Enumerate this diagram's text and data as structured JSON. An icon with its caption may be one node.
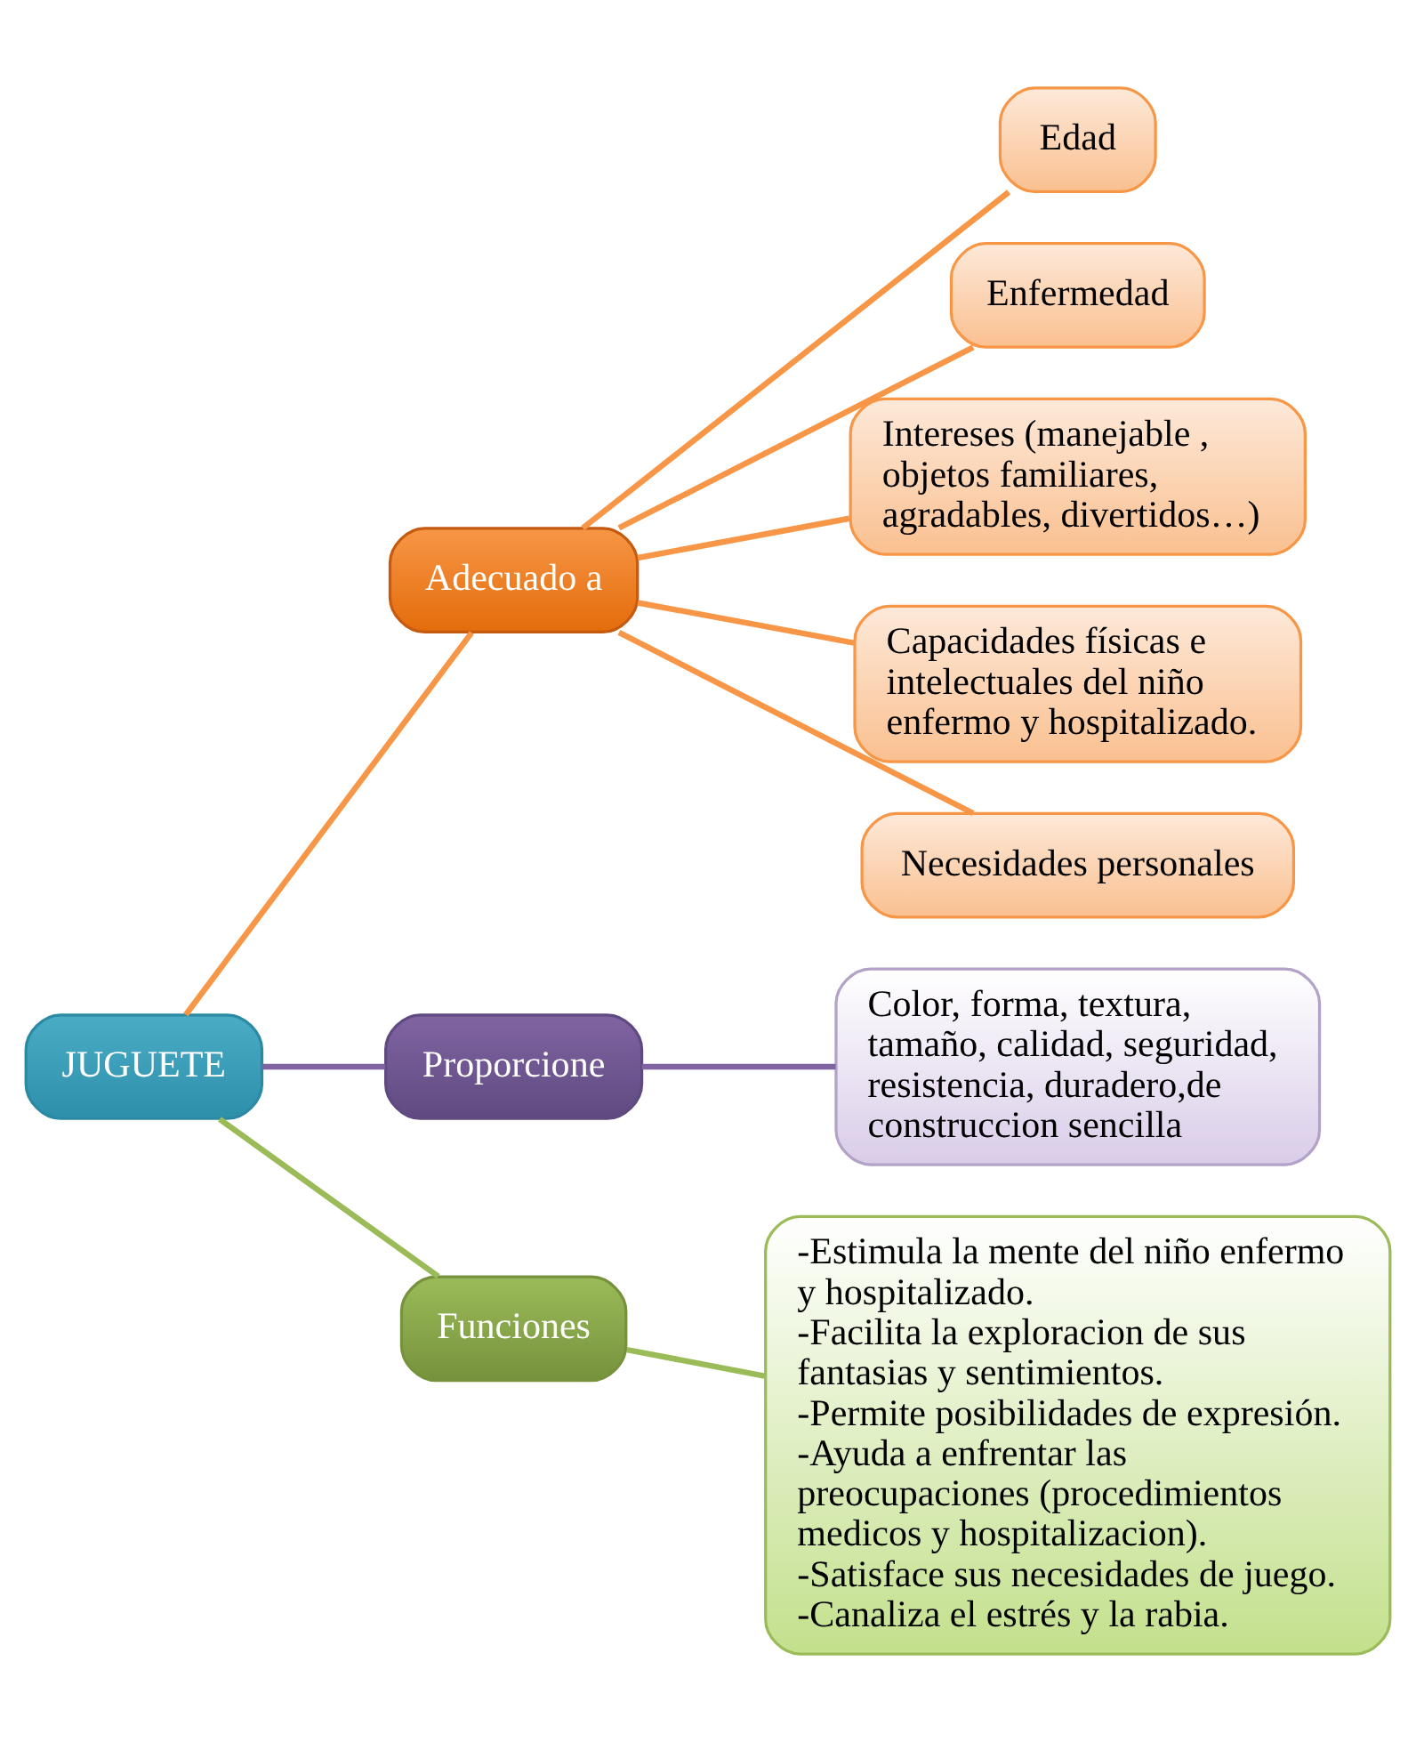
{
  "diagram": {
    "nodes": [
      {
        "text": [
          "JUGUETE"
        ]
      },
      {
        "text": [
          "Adecuado a"
        ]
      },
      {
        "text": [
          "Edad"
        ]
      },
      {
        "text": [
          "Enfermedad"
        ]
      },
      {
        "text": [
          "Intereses (manejable , objetos familiares, agradables, divertidos…)"
        ]
      },
      {
        "text": [
          "Capacidades físicas e intelectuales del niño enfermo y hospitalizado."
        ]
      },
      {
        "text": [
          "Necesidades personales"
        ]
      },
      {
        "text": [
          "Proporcione"
        ]
      },
      {
        "text": [
          "Color, forma, textura, tamaño, calidad, seguridad, resistencia, duradero,de construccion sencilla"
        ]
      },
      {
        "text": [
          "Funciones"
        ]
      },
      {
        "text": [
          "-Estimula la mente del niño enfermo y hospitalizado.",
          "-Facilita la exploracion de sus fantasias y sentimientos.",
          "-Permite posibilidades de expresión.",
          "-Ayuda a enfrentar las preocupaciones (procedimientos medicos y hospitalizacion).",
          "-Satisface sus necesidades de juego.",
          "-Canaliza el estrés y la rabia."
        ]
      }
    ],
    "edges": [
      {
        "from": 0,
        "to": 1,
        "arrow": "none"
      },
      {
        "from": 1,
        "to": 2,
        "arrow": "none"
      },
      {
        "from": 1,
        "to": 3,
        "arrow": "none"
      },
      {
        "from": 1,
        "to": 4,
        "arrow": "none"
      },
      {
        "from": 1,
        "to": 5,
        "arrow": "none"
      },
      {
        "from": 1,
        "to": 6,
        "arrow": "none"
      },
      {
        "from": 0,
        "to": 7,
        "arrow": "none",
        "color": "#8064a2"
      },
      {
        "from": 7,
        "to": 8,
        "arrow": "none",
        "color": "#8064a2"
      },
      {
        "from": 0,
        "to": 9,
        "arrow": "none",
        "color": "#9bbb59"
      },
      {
        "from": 9,
        "to": 10,
        "arrow": "none",
        "color": "#9bbb59"
      }
    ]
  }
}
